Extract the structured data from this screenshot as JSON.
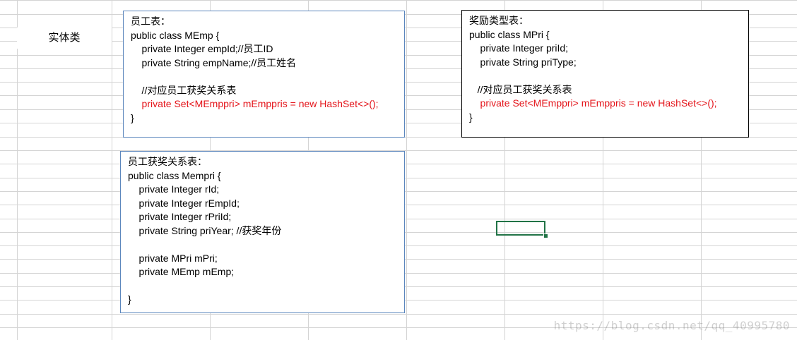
{
  "sheet": {
    "label": "实体类",
    "watermark": "https://blog.csdn.net/qq_40995780"
  },
  "colors": {
    "grid": "#d4d4d4",
    "blue_border": "#5b86bd",
    "red_code": "#e4141a",
    "selection": "#217346"
  },
  "boxes": {
    "memp": {
      "lines": [
        {
          "text": "员工表："
        },
        {
          "text": "public class MEmp {"
        },
        {
          "text": "    private Integer empId;//员工ID"
        },
        {
          "text": "    private String empName;//员工姓名"
        },
        {
          "text": ""
        },
        {
          "text": "    //对应员工获奖关系表"
        },
        {
          "text": "    private Set<MEmppri> mEmppris = new HashSet<>();",
          "red": true
        },
        {
          "text": "}"
        }
      ]
    },
    "mpri": {
      "lines": [
        {
          "text": "奖励类型表："
        },
        {
          "text": "public class MPri {"
        },
        {
          "text": "    private Integer priId;"
        },
        {
          "text": "    private String priType;"
        },
        {
          "text": ""
        },
        {
          "text": "   //对应员工获奖关系表"
        },
        {
          "text": "    private Set<MEmppri> mEmppris = new HashSet<>();",
          "red": true
        },
        {
          "text": "}"
        }
      ]
    },
    "mempri": {
      "lines": [
        {
          "text": "员工获奖关系表："
        },
        {
          "text": "public class Mempri {"
        },
        {
          "text": "    private Integer rId;"
        },
        {
          "text": "    private Integer rEmpId;"
        },
        {
          "text": "    private Integer rPriId;"
        },
        {
          "text": "    private String priYear; //获奖年份"
        },
        {
          "text": ""
        },
        {
          "text": "    private MPri mPri;"
        },
        {
          "text": "    private MEmp mEmp;"
        },
        {
          "text": ""
        },
        {
          "text": "}"
        }
      ]
    }
  }
}
